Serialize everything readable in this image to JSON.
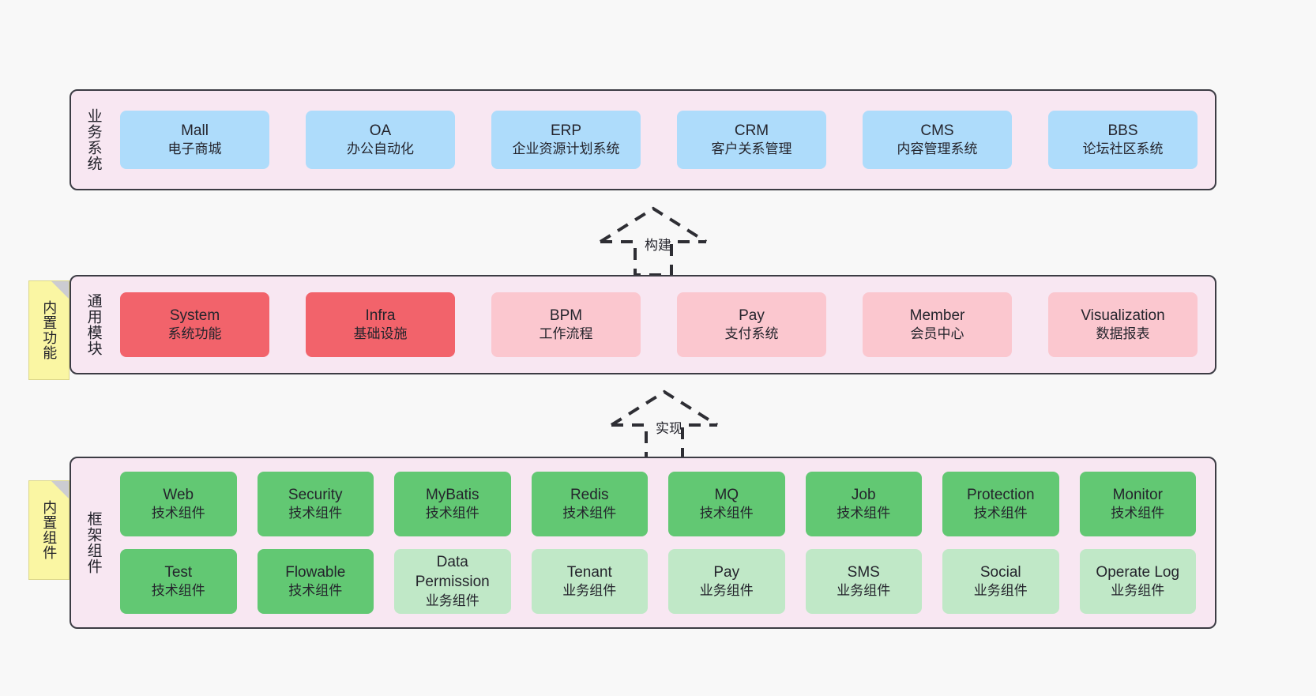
{
  "layers": [
    {
      "id": "business",
      "title": "业务系统",
      "nodes": [
        {
          "name": "Mall",
          "desc": "电子商城",
          "color": "blue"
        },
        {
          "name": "OA",
          "desc": "办公自动化",
          "color": "blue"
        },
        {
          "name": "ERP",
          "desc": "企业资源计划系统",
          "color": "blue"
        },
        {
          "name": "CRM",
          "desc": "客户关系管理",
          "color": "blue"
        },
        {
          "name": "CMS",
          "desc": "内容管理系统",
          "color": "blue"
        },
        {
          "name": "BBS",
          "desc": "论坛社区系统",
          "color": "blue"
        }
      ]
    },
    {
      "id": "module",
      "title": "通用模块",
      "nodes": [
        {
          "name": "System",
          "desc": "系统功能",
          "color": "red-strong"
        },
        {
          "name": "Infra",
          "desc": "基础设施",
          "color": "red-strong"
        },
        {
          "name": "BPM",
          "desc": "工作流程",
          "color": "red-light"
        },
        {
          "name": "Pay",
          "desc": "支付系统",
          "color": "red-light"
        },
        {
          "name": "Member",
          "desc": "会员中心",
          "color": "red-light"
        },
        {
          "name": "Visualization",
          "desc": "数据报表",
          "color": "red-light"
        }
      ]
    },
    {
      "id": "framework",
      "title": "框架组件",
      "nodes": [
        {
          "name": "Web",
          "desc": "技术组件",
          "color": "green-strong"
        },
        {
          "name": "Security",
          "desc": "技术组件",
          "color": "green-strong"
        },
        {
          "name": "MyBatis",
          "desc": "技术组件",
          "color": "green-strong"
        },
        {
          "name": "Redis",
          "desc": "技术组件",
          "color": "green-strong"
        },
        {
          "name": "MQ",
          "desc": "技术组件",
          "color": "green-strong"
        },
        {
          "name": "Job",
          "desc": "技术组件",
          "color": "green-strong"
        },
        {
          "name": "Protection",
          "desc": "技术组件",
          "color": "green-strong"
        },
        {
          "name": "Monitor",
          "desc": "技术组件",
          "color": "green-strong"
        },
        {
          "name": "Test",
          "desc": "技术组件",
          "color": "green-strong"
        },
        {
          "name": "Flowable",
          "desc": "技术组件",
          "color": "green-strong"
        },
        {
          "name": "Data Permission",
          "desc": "业务组件",
          "color": "green-light"
        },
        {
          "name": "Tenant",
          "desc": "业务组件",
          "color": "green-light"
        },
        {
          "name": "Pay",
          "desc": "业务组件",
          "color": "green-light"
        },
        {
          "name": "SMS",
          "desc": "业务组件",
          "color": "green-light"
        },
        {
          "name": "Social",
          "desc": "业务组件",
          "color": "green-light"
        },
        {
          "name": "Operate Log",
          "desc": "业务组件",
          "color": "green-light"
        }
      ]
    }
  ],
  "notes": [
    {
      "id": "functions",
      "label": "内置功能"
    },
    {
      "id": "components",
      "label": "内置组件"
    }
  ],
  "arrows": [
    {
      "id": "build",
      "label": "构建"
    },
    {
      "id": "implement",
      "label": "实现"
    }
  ],
  "colors": {
    "page_background": "#f8f8f8",
    "layer_background": "#f8e7f2",
    "layer_border": "#3c3c44",
    "blue": "#aedcfb",
    "red_strong": "#f2636b",
    "red_light": "#fbc7cf",
    "green_strong": "#62c873",
    "green_light": "#c0e8c7",
    "note_yellow": "#faf6a3",
    "note_fold": "#ccccd2",
    "text": "#24242c"
  }
}
